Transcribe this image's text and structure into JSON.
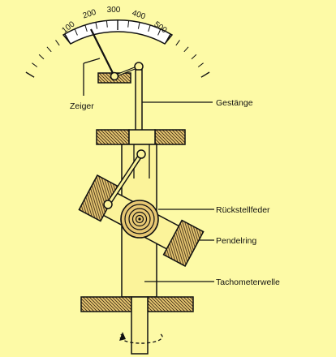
{
  "scale": {
    "ticks": [
      "100",
      "200",
      "300",
      "400",
      "500"
    ]
  },
  "labels": {
    "zeiger": "Zeiger",
    "gestaenge": "Gestänge",
    "rueckstellfeder": "Rückstellfeder",
    "pendelring": "Pendelring",
    "tachometerwelle": "Tachometerwelle"
  }
}
